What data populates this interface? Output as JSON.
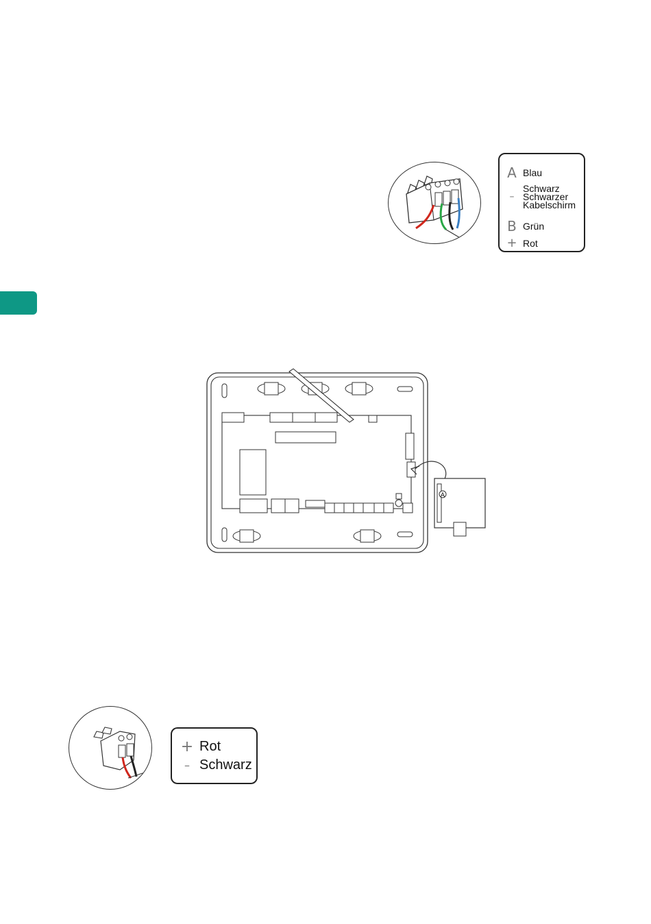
{
  "colors": {
    "accent_tab": "#0e9885",
    "wire_red": "#d0271d",
    "wire_green": "#28a745",
    "wire_blue": "#3a7fc2",
    "wire_black": "#222222"
  },
  "legend_bus": {
    "items": [
      {
        "symbol": "A",
        "label": "Blau"
      },
      {
        "symbol": "–",
        "label": "Schwarz\nSchwarzer\nKabelschirm"
      },
      {
        "symbol": "B",
        "label": "Grün"
      },
      {
        "symbol": "+",
        "label": "Rot"
      }
    ]
  },
  "legend_power": {
    "items": [
      {
        "symbol": "+",
        "label": "Rot"
      },
      {
        "symbol": "–",
        "label": "Schwarz"
      }
    ]
  },
  "board": {
    "module_marker": "A"
  },
  "icons": {
    "connector_4pin": "terminal-block-4pin-icon",
    "connector_2pin": "terminal-block-2pin-icon",
    "board": "control-board-diagram"
  }
}
